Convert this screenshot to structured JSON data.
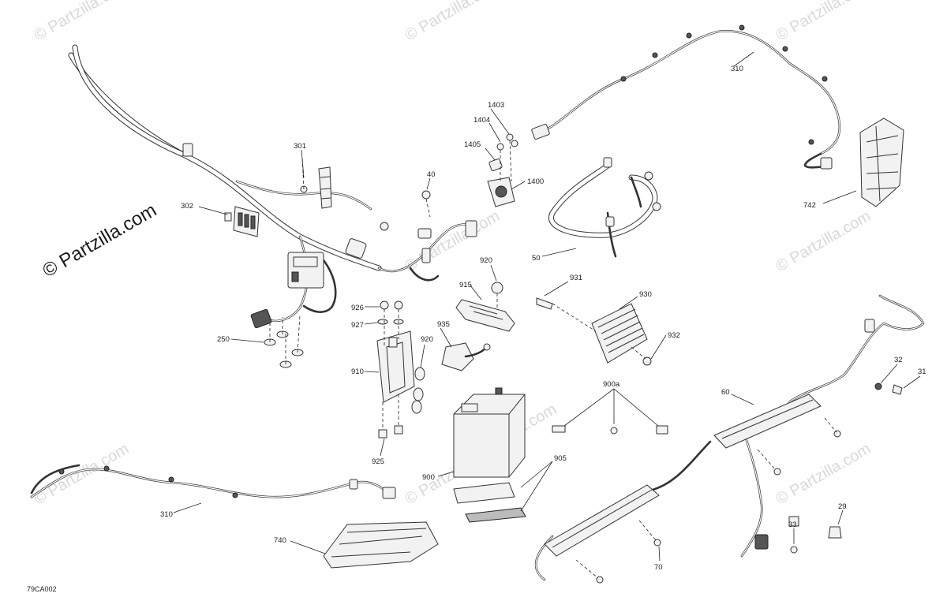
{
  "watermarks": {
    "diagonal_small": "© Partzilla.com",
    "diagonal_large": "© Partzilla.com"
  },
  "diagram_code": "79CA002",
  "callouts": {
    "c1403": "1403",
    "c1404": "1404",
    "c1405": "1405",
    "c1400": "1400",
    "c310_top": "310",
    "c310_bottom": "310",
    "c301": "301",
    "c302": "302",
    "c40": "40",
    "c742": "742",
    "c50": "50",
    "c920_top": "920",
    "c915": "915",
    "c931": "931",
    "c930": "930",
    "c926": "926",
    "c927": "927",
    "c935": "935",
    "c920_mid": "920",
    "c250": "250",
    "c910": "910",
    "c932": "932",
    "c900a": "900a",
    "c32": "32",
    "c31": "31",
    "c60": "60",
    "c925": "925",
    "c905": "905",
    "c900": "900",
    "c29": "29",
    "c33": "33",
    "c740": "740",
    "c70": "70"
  }
}
